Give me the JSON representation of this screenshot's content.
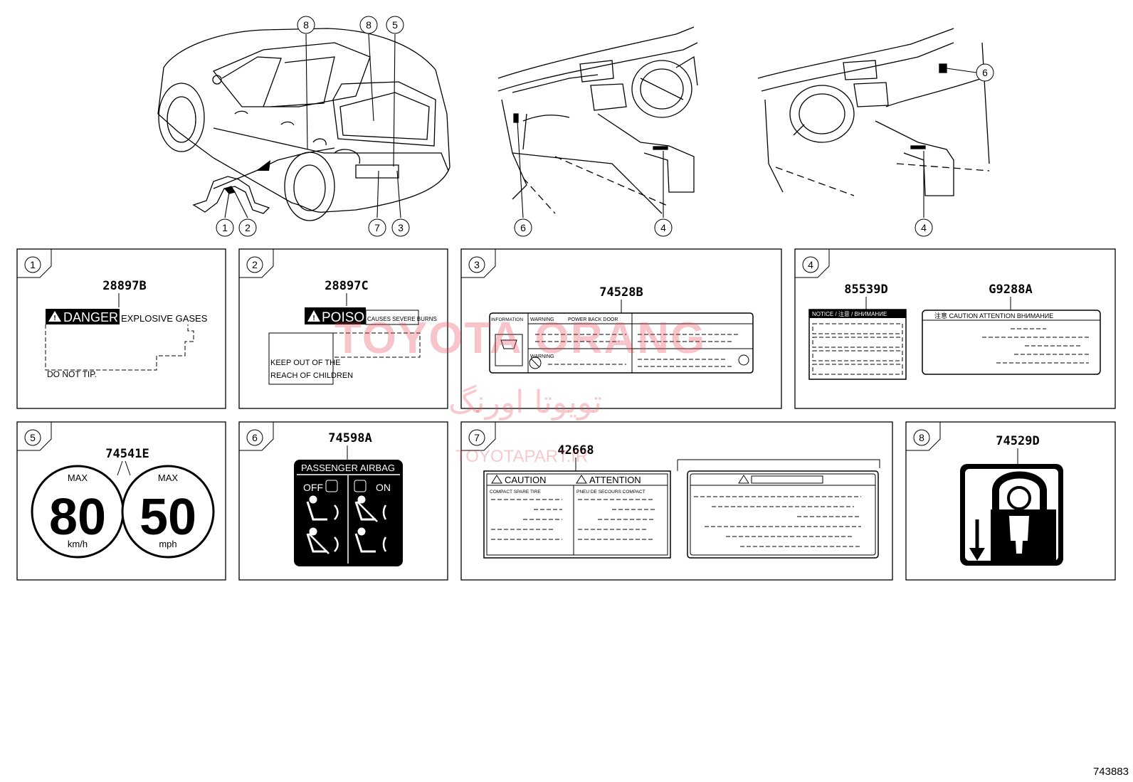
{
  "diagram_id": "743883",
  "watermark": {
    "latin": "TOYOTA ORANG",
    "persian": "تویوتا اورنگ",
    "url": "TOYOTAPART.IR"
  },
  "callouts": {
    "c1": "1",
    "c2": "2",
    "c3": "3",
    "c4": "4",
    "c5": "5",
    "c6": "6",
    "c7": "7",
    "c8": "8"
  },
  "panels": {
    "p1": {
      "num": "1",
      "part": "28897B",
      "danger": "DANGER",
      "explosive": "EXPLOSIVE GASES",
      "tip": "DO NOT TIP."
    },
    "p2": {
      "num": "2",
      "part": "28897C",
      "poison": "POISON",
      "burns": "CAUSES SEVERE BURNS",
      "keep1": "KEEP OUT OF THE",
      "keep2": "REACH OF CHILDREN"
    },
    "p3": {
      "num": "3",
      "part": "74528B",
      "info": "INFORMATION",
      "warn1": "WARNING",
      "power": "POWER BACK DOOR",
      "warn2": "WARNING"
    },
    "p4": {
      "num": "4",
      "part_a": "85539D",
      "part_b": "G9288A",
      "notice": "NOTICE / 注意 / ВНИМАНИЕ",
      "caution": "注意 CAUTION ATTENTION ВНИМАНИЕ"
    },
    "p5": {
      "num": "5",
      "part": "74541E",
      "max": "MAX",
      "speed_kmh": "80",
      "unit_kmh": "km/h",
      "speed_mph": "50",
      "unit_mph": "mph"
    },
    "p6": {
      "num": "6",
      "part": "74598A",
      "title": "PASSENGER  AIRBAG",
      "off": "OFF",
      "on": "ON"
    },
    "p7": {
      "num": "7",
      "part": "42668",
      "caution": "CAUTION",
      "attention": "ATTENTION",
      "spare_en": "COMPACT SPARE TIRE",
      "spare_fr": "PNEU DE SECOURS COMPACT"
    },
    "p8": {
      "num": "8",
      "part": "74529D"
    }
  }
}
